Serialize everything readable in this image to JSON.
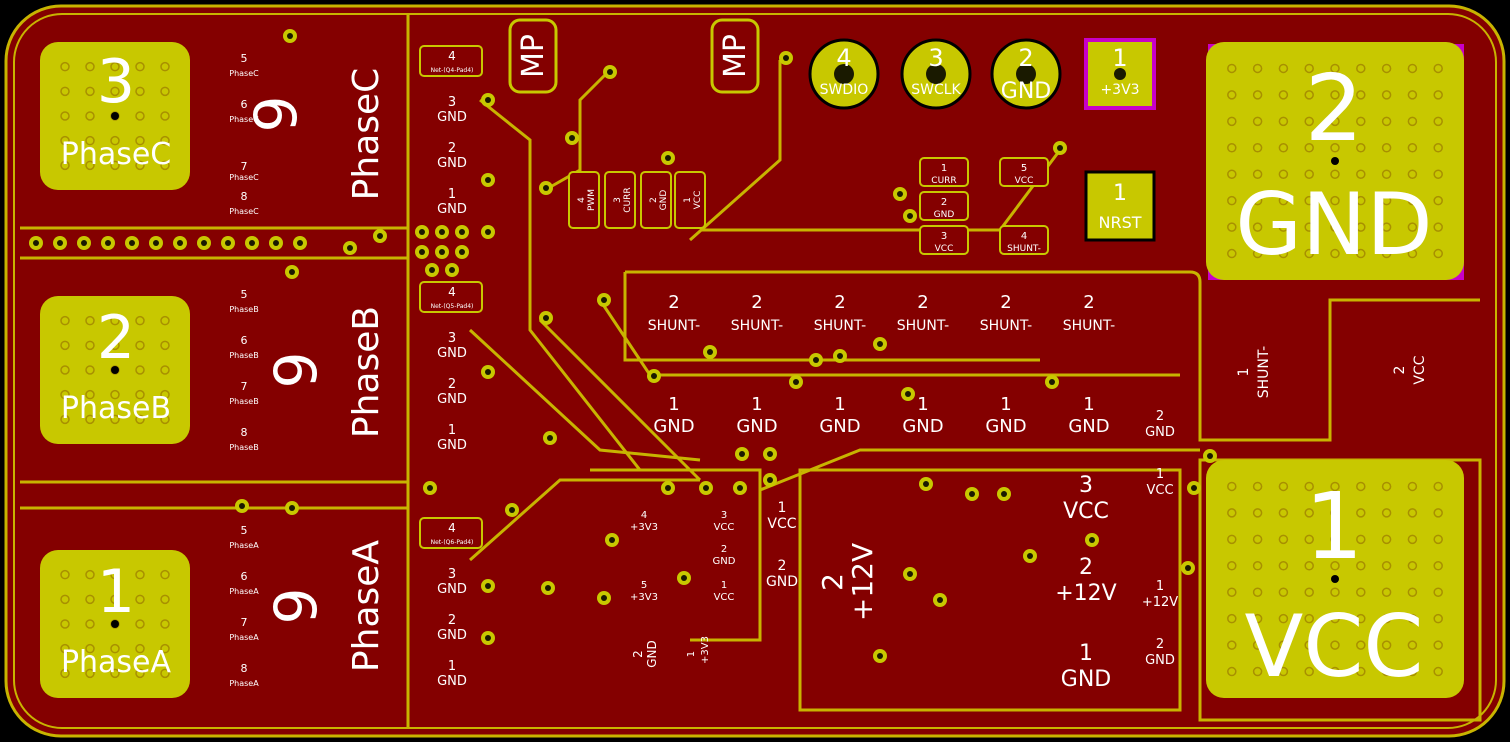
{
  "colors": {
    "background": "#000000",
    "copper": "#840000",
    "copper_edge": "#c8b400",
    "pad": "#c8c800",
    "hole": "#1a1a00",
    "silk": "#ffffff",
    "via": "#c8c800",
    "magenta": "#c800c8",
    "trace": "#c8b400"
  },
  "big_pads": {
    "phaseC": {
      "number": "3",
      "name": "PhaseC"
    },
    "phaseB": {
      "number": "2",
      "name": "PhaseB"
    },
    "phaseA": {
      "number": "1",
      "name": "PhaseA"
    },
    "gnd": {
      "number": "2",
      "name": "GND"
    },
    "vcc": {
      "number": "1",
      "name": "VCC"
    }
  },
  "mosfets": {
    "c": {
      "name": "PhaseC",
      "pin9": "9",
      "pins": [
        "5",
        "6",
        "7",
        "8"
      ],
      "pin_label": "PhaseC"
    },
    "b": {
      "name": "PhaseB",
      "pin9": "9",
      "pins": [
        "5",
        "6",
        "7",
        "8"
      ],
      "pin_label": "PhaseB"
    },
    "a": {
      "name": "PhaseA",
      "pin9": "9",
      "pins": [
        "5",
        "6",
        "7",
        "8"
      ],
      "pin_label": "PhaseA"
    }
  },
  "gate_pins": {
    "c": {
      "p4": "4",
      "p4_net": "Net-(Q4-Pad4)",
      "p3": "3",
      "p3_net": "GND",
      "p2": "2",
      "p2_net": "GND",
      "p1": "1",
      "p1_net": "GND"
    },
    "b": {
      "p4": "4",
      "p4_net": "Net-(Q5-Pad4)",
      "p3": "3",
      "p3_net": "GND",
      "p2": "2",
      "p2_net": "GND",
      "p1": "1",
      "p1_net": "GND"
    },
    "a": {
      "p4": "4",
      "p4_net": "Net-(Q6-Pad4)",
      "p3": "3",
      "p3_net": "GND",
      "p2": "2",
      "p2_net": "GND",
      "p1": "1",
      "p1_net": "GND"
    }
  },
  "mounting": {
    "mp": "MP"
  },
  "header": [
    {
      "num": "4",
      "label": "SWDIO"
    },
    {
      "num": "3",
      "label": "SWCLK"
    },
    {
      "num": "2",
      "label": "GND"
    },
    {
      "num": "1",
      "label": "+3V3"
    }
  ],
  "nrst": {
    "num": "1",
    "label": "NRST"
  },
  "chip_pins": [
    {
      "num": "4",
      "label": "PWM"
    },
    {
      "num": "3",
      "label": "CURR"
    },
    {
      "num": "2",
      "label": "GND"
    },
    {
      "num": "1",
      "label": "VCC"
    }
  ],
  "shunt_amp": [
    {
      "num": "1",
      "label": "CURR"
    },
    {
      "num": "2",
      "label": "GND"
    },
    {
      "num": "3",
      "label": "VCC"
    },
    {
      "num": "5",
      "label": "VCC"
    },
    {
      "num": "4",
      "label": "SHUNT-"
    }
  ],
  "shunts": {
    "top_num": "2",
    "top_label": "SHUNT-",
    "bot_num": "1",
    "bot_label": "GND",
    "count": 6,
    "side_num": "2",
    "side_label": "GND"
  },
  "shunt_big": {
    "num": "1",
    "label": "SHUNT-"
  },
  "vcc_big": {
    "num": "2",
    "label": "VCC"
  },
  "regulator": [
    {
      "num": "4",
      "label": "+3V3"
    },
    {
      "num": "5",
      "label": "+3V3"
    },
    {
      "num": "3",
      "label": "VCC"
    },
    {
      "num": "2",
      "label": "GND"
    },
    {
      "num": "1",
      "label": "VCC"
    },
    {
      "num": "1",
      "label": "VCC"
    },
    {
      "num": "2",
      "label": "GND"
    },
    {
      "num": "2",
      "label": "GND"
    },
    {
      "num": "1",
      "label": "+3V3"
    }
  ],
  "power12": {
    "big_num": "2",
    "big_label": "+12V",
    "r3_num": "3",
    "r3_label": "VCC",
    "r2_num": "2",
    "r2_label": "+12V",
    "r1_num": "1",
    "r1_label": "GND",
    "s1_num": "1",
    "s1_label": "VCC",
    "s2_num": "1",
    "s2_label": "+12V",
    "s3_num": "2",
    "s3_label": "GND"
  }
}
